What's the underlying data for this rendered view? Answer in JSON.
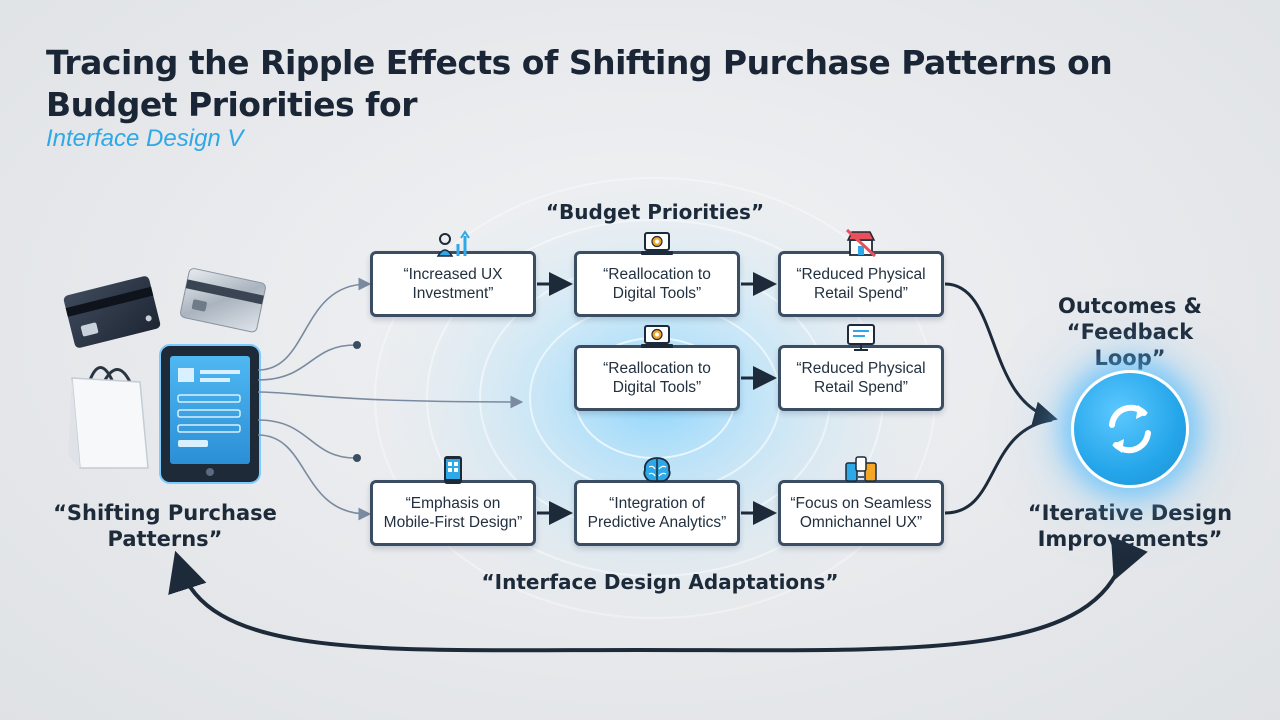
{
  "header": {
    "title": "Tracing the Ripple Effects of Shifting Purchase Patterns on Budget Priorities for",
    "subtitle": "Interface Design V"
  },
  "labels": {
    "budget_priorities": "“Budget Priorities”",
    "interface_adaptations": "“Interface Design Adaptations”",
    "shifting_patterns": "“Shifting Purchase Patterns”",
    "outcomes": "Outcomes & “Feedback Loop”",
    "iterative": "“Iterative Design Improvements”"
  },
  "rows": {
    "top": [
      {
        "text": "“Increased UX Investment”",
        "icon": "users-growth-icon"
      },
      {
        "text": "“Reallocation to Digital Tools”",
        "icon": "laptop-gear-icon"
      },
      {
        "text": "“Reduced Physical Retail Spend”",
        "icon": "store-crossed-icon"
      }
    ],
    "middle": [
      {
        "text": "“Reallocation to Digital Tools”",
        "icon": "laptop-gear-icon"
      },
      {
        "text": "“Reduced Physical Retail Spend”",
        "icon": "monitor-icon"
      }
    ],
    "bottom": [
      {
        "text": "“Emphasis on Mobile-First Design”",
        "icon": "smartphone-icon"
      },
      {
        "text": "“Integration of Predictive Analytics”",
        "icon": "brain-icon"
      },
      {
        "text": "“Focus on Seamless Omnichannel UX”",
        "icon": "devices-icon"
      }
    ]
  },
  "colors": {
    "accent": "#2ea8e6",
    "box_border": "#3b4d63",
    "arrow": "#1d2a3a"
  }
}
